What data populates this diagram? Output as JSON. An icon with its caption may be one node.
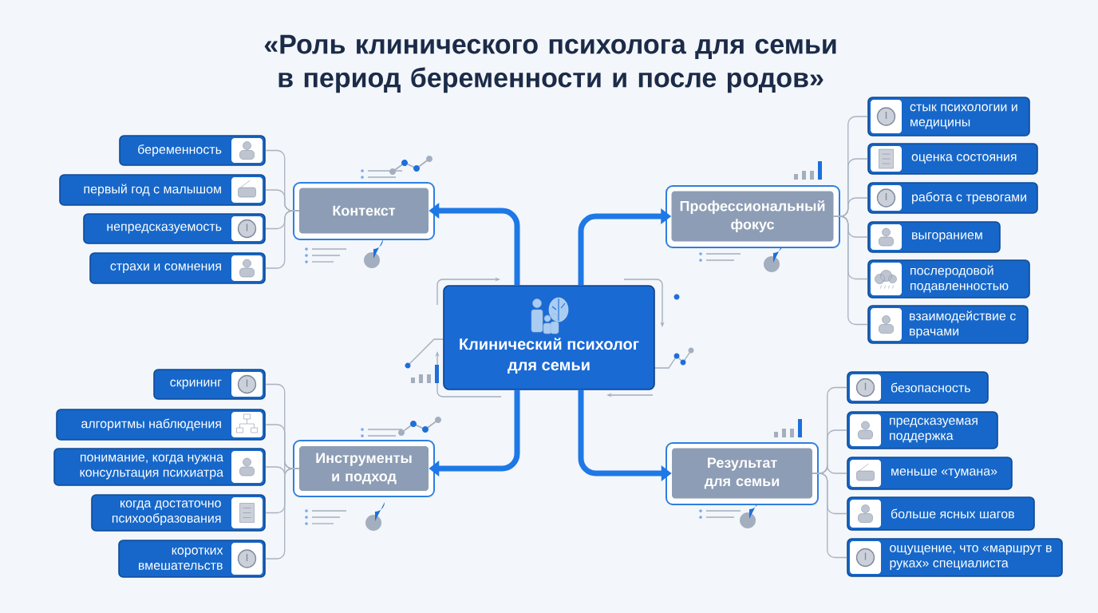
{
  "diagram": {
    "title": "«Роль клинического психолога для семьи в период беременности и после родов»",
    "nodes": [
      {
        "text": [
          "Клинический психолог для семьи"
        ]
      },
      {
        "text": [
          "Контекст"
        ]
      },
      {
        "text": [
          "Профессиональный фокус"
        ]
      },
      {
        "text": [
          "Инструменты и подход"
        ]
      },
      {
        "text": [
          "Результат для семьи"
        ]
      },
      {
        "text": [
          "беременность"
        ]
      },
      {
        "text": [
          "первый год с малышом"
        ]
      },
      {
        "text": [
          "непредсказуемость"
        ]
      },
      {
        "text": [
          "страхи и сомнения"
        ]
      },
      {
        "text": [
          "стык психологии и медицины"
        ]
      },
      {
        "text": [
          "оценка состояния"
        ]
      },
      {
        "text": [
          "работа с тревогами"
        ]
      },
      {
        "text": [
          "выгоранием"
        ]
      },
      {
        "text": [
          "послеродовой подавленностью"
        ]
      },
      {
        "text": [
          "взаимодействие с врачами"
        ]
      },
      {
        "text": [
          "скрининг"
        ]
      },
      {
        "text": [
          "алгоритмы наблюдения"
        ]
      },
      {
        "text": [
          "понимание, когда нужна консультация психиатра"
        ]
      },
      {
        "text": [
          "когда достаточно психообразования"
        ]
      },
      {
        "text": [
          "коротких вмешательств"
        ]
      },
      {
        "text": [
          "безопасность"
        ]
      },
      {
        "text": [
          "предсказуемая поддержка"
        ]
      },
      {
        "text": [
          "меньше «тумана»"
        ]
      },
      {
        "text": [
          "больше ясных шагов"
        ]
      },
      {
        "text": [
          "ощущение, что «маршрут в руках» специалиста"
        ]
      }
    ],
    "edges": [
      {
        "from": 0,
        "to": 1,
        "arrow": "to",
        "style": "thick",
        "color": "#1e78e6"
      },
      {
        "from": 0,
        "to": 2,
        "arrow": "to",
        "style": "thick",
        "color": "#1e78e6"
      },
      {
        "from": 0,
        "to": 3,
        "arrow": "to",
        "style": "thick",
        "color": "#1e78e6"
      },
      {
        "from": 0,
        "to": 4,
        "arrow": "to",
        "style": "thick",
        "color": "#1e78e6"
      },
      {
        "from": 1,
        "to": 5,
        "arrow": "none"
      },
      {
        "from": 1,
        "to": 6,
        "arrow": "none"
      },
      {
        "from": 1,
        "to": 7,
        "arrow": "none"
      },
      {
        "from": 1,
        "to": 8,
        "arrow": "none"
      },
      {
        "from": 2,
        "to": 9,
        "arrow": "none"
      },
      {
        "from": 2,
        "to": 10,
        "arrow": "none"
      },
      {
        "from": 2,
        "to": 11,
        "arrow": "none"
      },
      {
        "from": 2,
        "to": 12,
        "arrow": "none"
      },
      {
        "from": 2,
        "to": 13,
        "arrow": "none"
      },
      {
        "from": 2,
        "to": 14,
        "arrow": "none"
      },
      {
        "from": 3,
        "to": 15,
        "arrow": "none"
      },
      {
        "from": 3,
        "to": 16,
        "arrow": "none"
      },
      {
        "from": 3,
        "to": 17,
        "arrow": "none"
      },
      {
        "from": 3,
        "to": 18,
        "arrow": "none"
      },
      {
        "from": 3,
        "to": 19,
        "arrow": "none"
      },
      {
        "from": 4,
        "to": 20,
        "arrow": "none"
      },
      {
        "from": 4,
        "to": 21,
        "arrow": "none"
      },
      {
        "from": 4,
        "to": 22,
        "arrow": "none"
      },
      {
        "from": 4,
        "to": 23,
        "arrow": "none"
      },
      {
        "from": 4,
        "to": 24,
        "arrow": "none"
      }
    ]
  }
}
